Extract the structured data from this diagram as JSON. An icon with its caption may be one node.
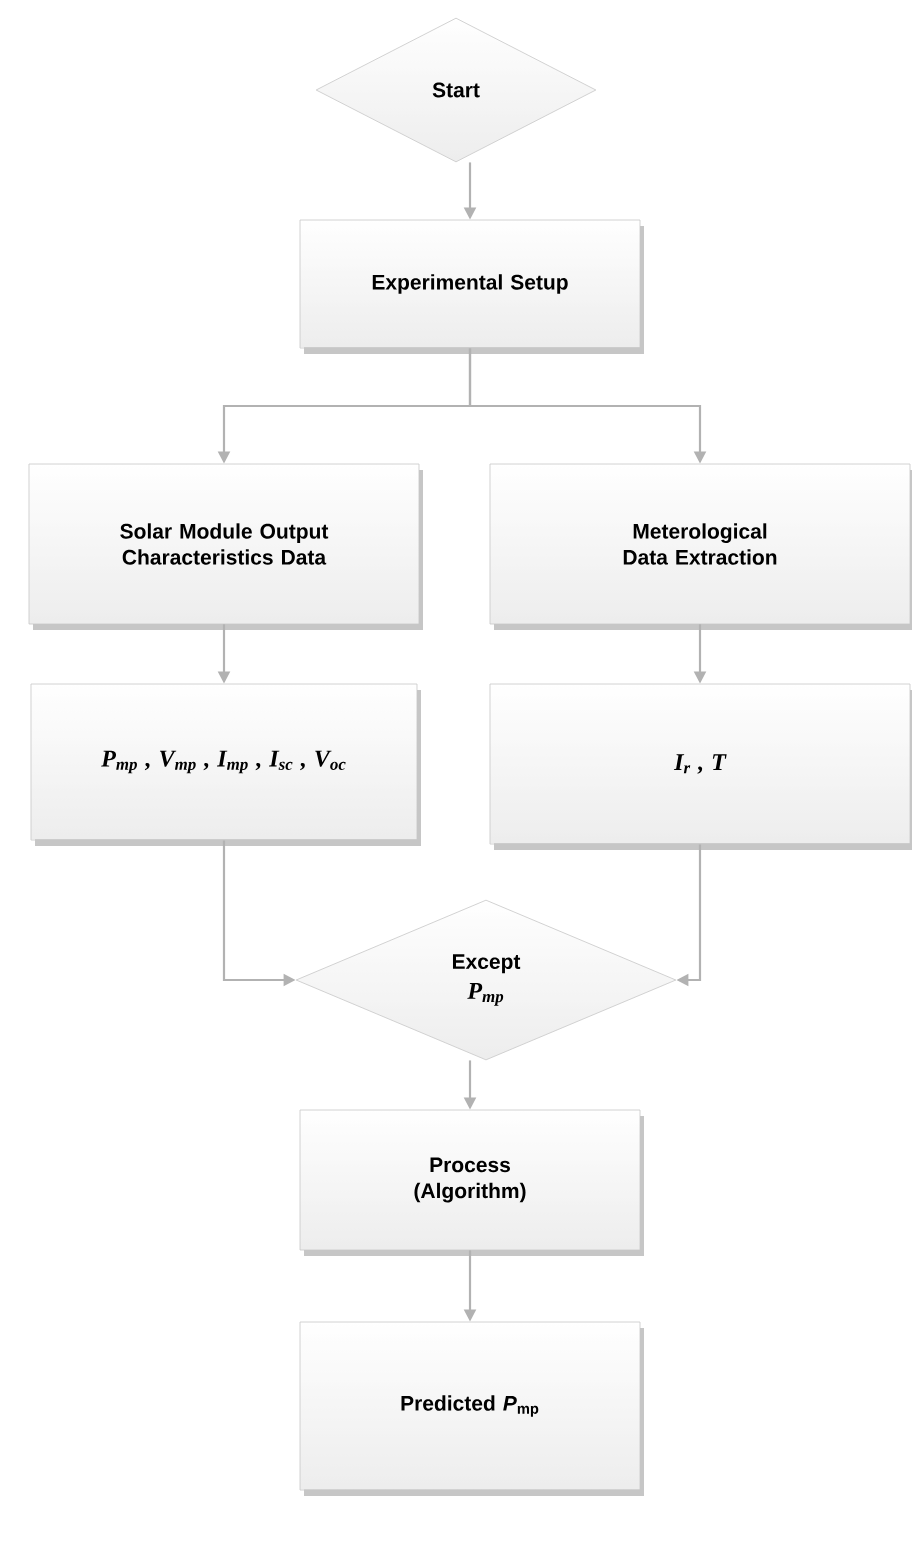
{
  "diagram": {
    "nodes": [
      {
        "text": [
          "Start"
        ]
      },
      {
        "text": [
          "Experimental Setup"
        ]
      },
      {
        "text": [
          "Solar Module Output Characteristics Data"
        ]
      },
      {
        "text": [
          "Meterological Data Extraction"
        ]
      },
      {
        "text": [
          "P$_{mp}$ , V$_{mp}$ , I$_{mp}$ , I$_{sc}$ , V$_{oc}$"
        ]
      },
      {
        "text": [
          "I$_{r}$ , T"
        ]
      },
      {
        "text": [
          "Except",
          "P$_{mp}$"
        ]
      },
      {
        "text": [
          "Process (Algorithm)"
        ]
      },
      {
        "text": [
          "Predicted *P*$_{mp}$"
        ]
      }
    ],
    "edges": [
      {
        "from": 0,
        "to": 1,
        "arrow": "to"
      },
      {
        "from": 1,
        "to": 2,
        "arrow": "to"
      },
      {
        "from": 1,
        "to": 3,
        "arrow": "to"
      },
      {
        "from": 2,
        "to": 4,
        "arrow": "to"
      },
      {
        "from": 3,
        "to": 5,
        "arrow": "to"
      },
      {
        "from": 4,
        "to": 6,
        "arrow": "to"
      },
      {
        "from": 5,
        "to": 6,
        "arrow": "to"
      },
      {
        "from": 6,
        "to": 7,
        "arrow": "to"
      },
      {
        "from": 7,
        "to": 8,
        "arrow": "to"
      }
    ]
  }
}
